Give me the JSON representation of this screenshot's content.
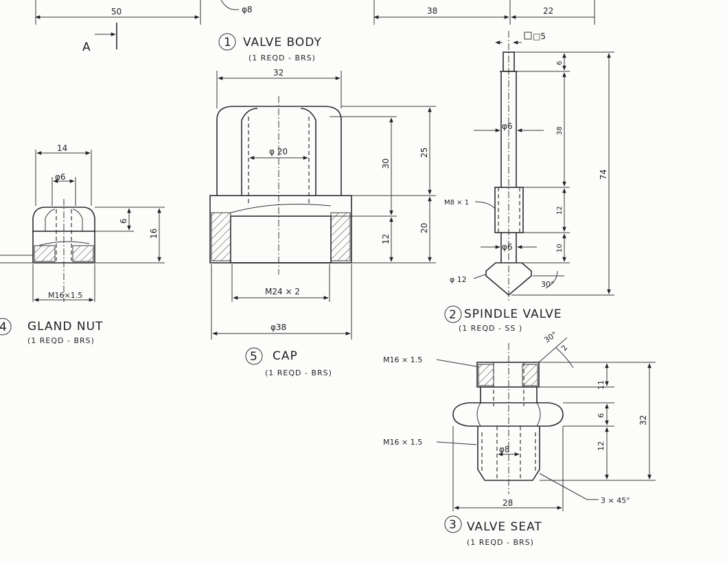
{
  "top_strip": {
    "dim_50": "50",
    "dim_phi8": "φ8",
    "dim_38": "38",
    "dim_22": "22",
    "section_mark": "A"
  },
  "valve_body": {
    "number": "1",
    "title": "VALVE  BODY",
    "subtitle": "(1 REQD - BRS)"
  },
  "cap": {
    "number": "5",
    "title": "CAP",
    "subtitle": "(1 REQD - BRS)",
    "dims": {
      "d32": "32",
      "d20": "φ 20",
      "d25": "25",
      "d30": "30",
      "d12": "12",
      "d20b": "20",
      "thread": "M24 × 2",
      "d38": "φ38"
    }
  },
  "gland_nut": {
    "number": "4",
    "title": "GLAND  NUT",
    "subtitle": "(1 REQD - BRS)",
    "dims": {
      "d14": "14",
      "d6": "φ6",
      "h6": "6",
      "h16": "16",
      "thread": "M16×1.5"
    }
  },
  "spindle": {
    "number": "2",
    "title": "SPINDLE  VALVE",
    "subtitle": "(1 REQD -  SS )",
    "dims": {
      "sq5": "□5",
      "d6top": "φ6",
      "thread": "M8 × 1",
      "d6b": "φ6",
      "d12": "φ 12",
      "angle": "30°",
      "v6": "6",
      "v38": "38",
      "v12": "12",
      "v10": "10",
      "v74": "74"
    }
  },
  "valve_seat": {
    "number": "3",
    "title": "VALVE  SEAT",
    "subtitle": "(1 REQD - BRS)",
    "dims": {
      "thread_top": "M16 × 1.5",
      "thread_bot": "M16 × 1.5",
      "angle": "30°",
      "v2": "2",
      "v11": "11",
      "v6": "6",
      "v12": "12",
      "v32": "32",
      "d8": "φ8",
      "d28": "28",
      "chamfer": "3 × 45°"
    }
  }
}
